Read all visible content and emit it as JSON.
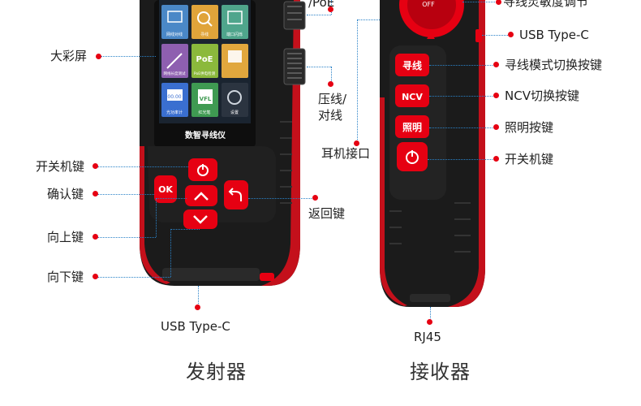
{
  "transmitter": {
    "caption": "发射器",
    "labels": {
      "big_screen": "大彩屏",
      "power_key": "开关机键",
      "confirm_key": "确认键",
      "up_key": "向上键",
      "down_key": "向下键",
      "return_key": "返回键",
      "usb": "USB Type-C",
      "crimp_line": "压线/\n对线",
      "top_cut": "/PoE"
    },
    "screen": {
      "tiles": [
        "网线对线",
        "寻线",
        "端口闪烁",
        "网线长度测试",
        "PoE",
        "PoE供电检测",
        "光功率计",
        "红光笔",
        "设置",
        "VFL",
        "PoE",
        "00.00"
      ],
      "title": "数智寻线仪"
    },
    "buttons": {
      "ok": "OK"
    }
  },
  "receiver": {
    "caption": "接收器",
    "labels": {
      "top_cut": "寻线灵敏度调节",
      "usb": "USB Type-C",
      "mode_switch": "寻线模式切换按键",
      "ncv_switch": "NCV切换按键",
      "light": "照明按键",
      "power_key": "开关机键",
      "earphone": "耳机接口",
      "rj45": "RJ45"
    },
    "buttons": {
      "find": "寻线",
      "ncv": "NCV",
      "light": "照明",
      "off": "OFF"
    }
  },
  "colors": {
    "accent": "#e60012",
    "leader": "#2a82c8",
    "body": "#1b1b1b"
  }
}
